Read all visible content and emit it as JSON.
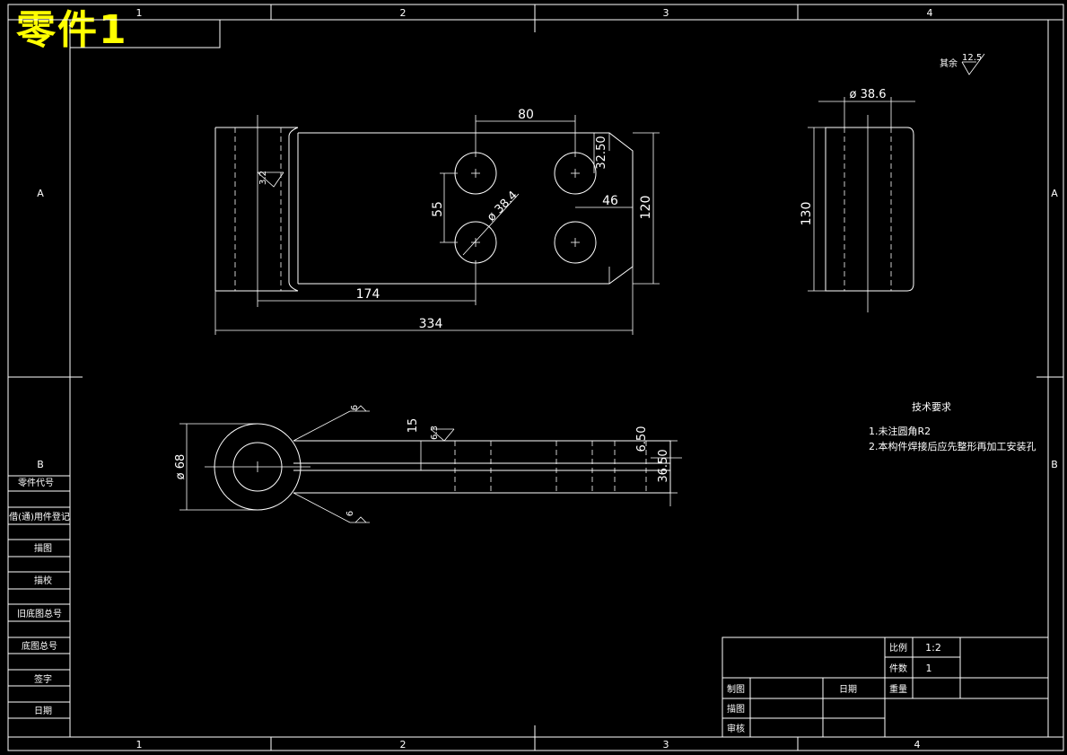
{
  "title": "零件1",
  "zones": {
    "columns": [
      "1",
      "2",
      "3",
      "4"
    ],
    "rows": [
      "A",
      "B"
    ]
  },
  "roughness_general": {
    "label": "其余",
    "value": "12.5"
  },
  "front_view": {
    "dims": {
      "hole_spacing_x": "80",
      "slot_offset": "32.50",
      "hole_spacing_y": "55",
      "hole_dia": "ø 38.4",
      "edge_offset": "46",
      "height": "120",
      "partial_len": "174",
      "total_len": "334",
      "roughness_left": "3.2"
    }
  },
  "side_view": {
    "dims": {
      "dia": "ø 38.6",
      "height": "130"
    }
  },
  "bottom_view": {
    "dims": {
      "outer_dia": "ø 68",
      "thickness": "15",
      "roughness": "6.3",
      "gap": "6.50",
      "total_thick": "36.50",
      "weld_top": "6",
      "weld_bottom": "6"
    }
  },
  "tech_req": {
    "title": "技术要求",
    "items": [
      "1.未注圆角R2",
      "2.本构件焊接后应先整形再加工安装孔"
    ]
  },
  "left_strip": [
    "零件代号",
    "借(通)用件登记",
    "描图",
    "描校",
    "旧底图总号",
    "底图总号",
    "签字",
    "日期"
  ],
  "title_block": {
    "scale_label": "比例",
    "scale_value": "1:2",
    "qty_label": "件数",
    "qty_value": "1",
    "weight_label": "重量",
    "drawn_label": "制图",
    "date_label": "日期",
    "traced_label": "描图",
    "checked_label": "审核"
  }
}
